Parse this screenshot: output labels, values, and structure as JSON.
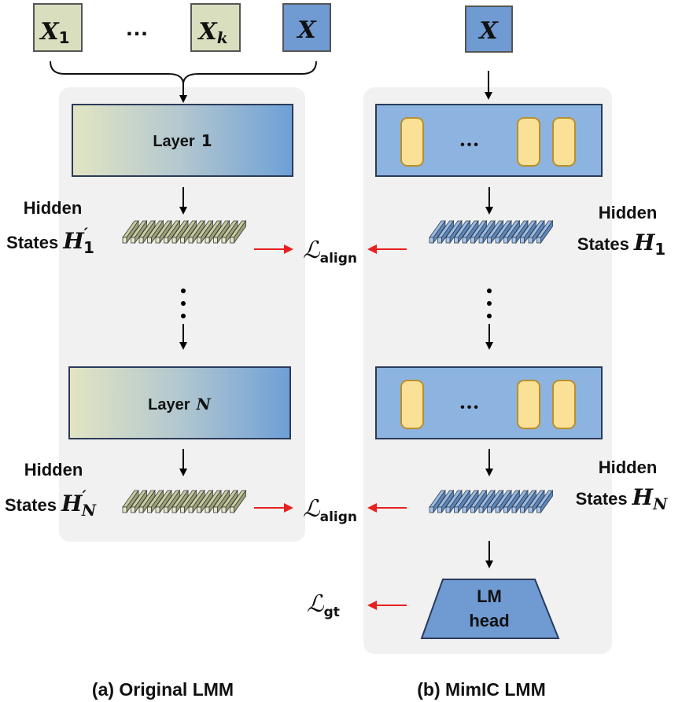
{
  "inputs": {
    "x1_main": "X",
    "x1_sub": "1",
    "ellipsis": "…",
    "xk_main": "X",
    "xk_sub": "k",
    "x": "X"
  },
  "left": {
    "layer1_word": "Layer",
    "layer1_num": "1",
    "layerN_word": "Layer",
    "layerN_num": "N",
    "hidden_top_line1": "Hidden",
    "hidden_top_line2": "States",
    "hidden_top_sym": "H",
    "hidden_top_prime": "′",
    "hidden_top_sub": "1",
    "hidden_bot_line1": "Hidden",
    "hidden_bot_line2": "States",
    "hidden_bot_sym": "H",
    "hidden_bot_prime": "′",
    "hidden_bot_sub": "N",
    "caption": "(a) Original LMM"
  },
  "right": {
    "input": "X",
    "block_dots": "•••",
    "hidden_top_line1": "Hidden",
    "hidden_top_line2": "States",
    "hidden_top_sym": "H",
    "hidden_top_sub": "1",
    "hidden_bot_line1": "Hidden",
    "hidden_bot_line2": "States",
    "hidden_bot_sym": "H",
    "hidden_bot_sub": "N",
    "lm_head_line1": "LM",
    "lm_head_line2": "head",
    "caption": "(b) MimIC LMM"
  },
  "losses": {
    "align_sym": "ℒ",
    "align_sub": "align",
    "gt_sym": "ℒ",
    "gt_sub": "gt"
  },
  "colors": {
    "panel_bg": "#f1f1f1",
    "input_green": "#d9dfbe",
    "input_blue": "#6f9ad2",
    "block_blue": "#8db3e0",
    "slot_yellow": "#fbe098",
    "arrow_red": "#e8201f",
    "grad_start": "#dfe3bf",
    "grad_end": "#6e9fd6"
  }
}
